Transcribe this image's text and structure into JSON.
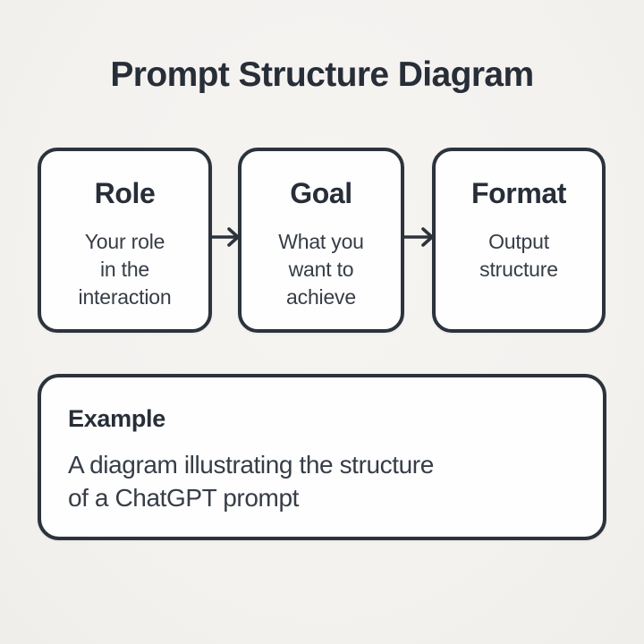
{
  "title": "Prompt Structure Diagram",
  "colors": {
    "background": "#f4f2ef",
    "ink": "#272e38",
    "body_ink": "#363d46",
    "box_border": "#2c333d",
    "box_fill": "#fefefe"
  },
  "flow_steps": [
    {
      "heading": "Role",
      "description": "Your role\nin the\ninteraction"
    },
    {
      "heading": "Goal",
      "description": "What you\nwant to\nachieve"
    },
    {
      "heading": "Format",
      "description": "Output\nstructure"
    }
  ],
  "connectors": [
    {
      "icon": "arrow-right-icon"
    },
    {
      "icon": "arrow-right-icon"
    }
  ],
  "example": {
    "heading": "Example",
    "description": "A diagram illustrating the structure\nof a ChatGPT prompt"
  }
}
